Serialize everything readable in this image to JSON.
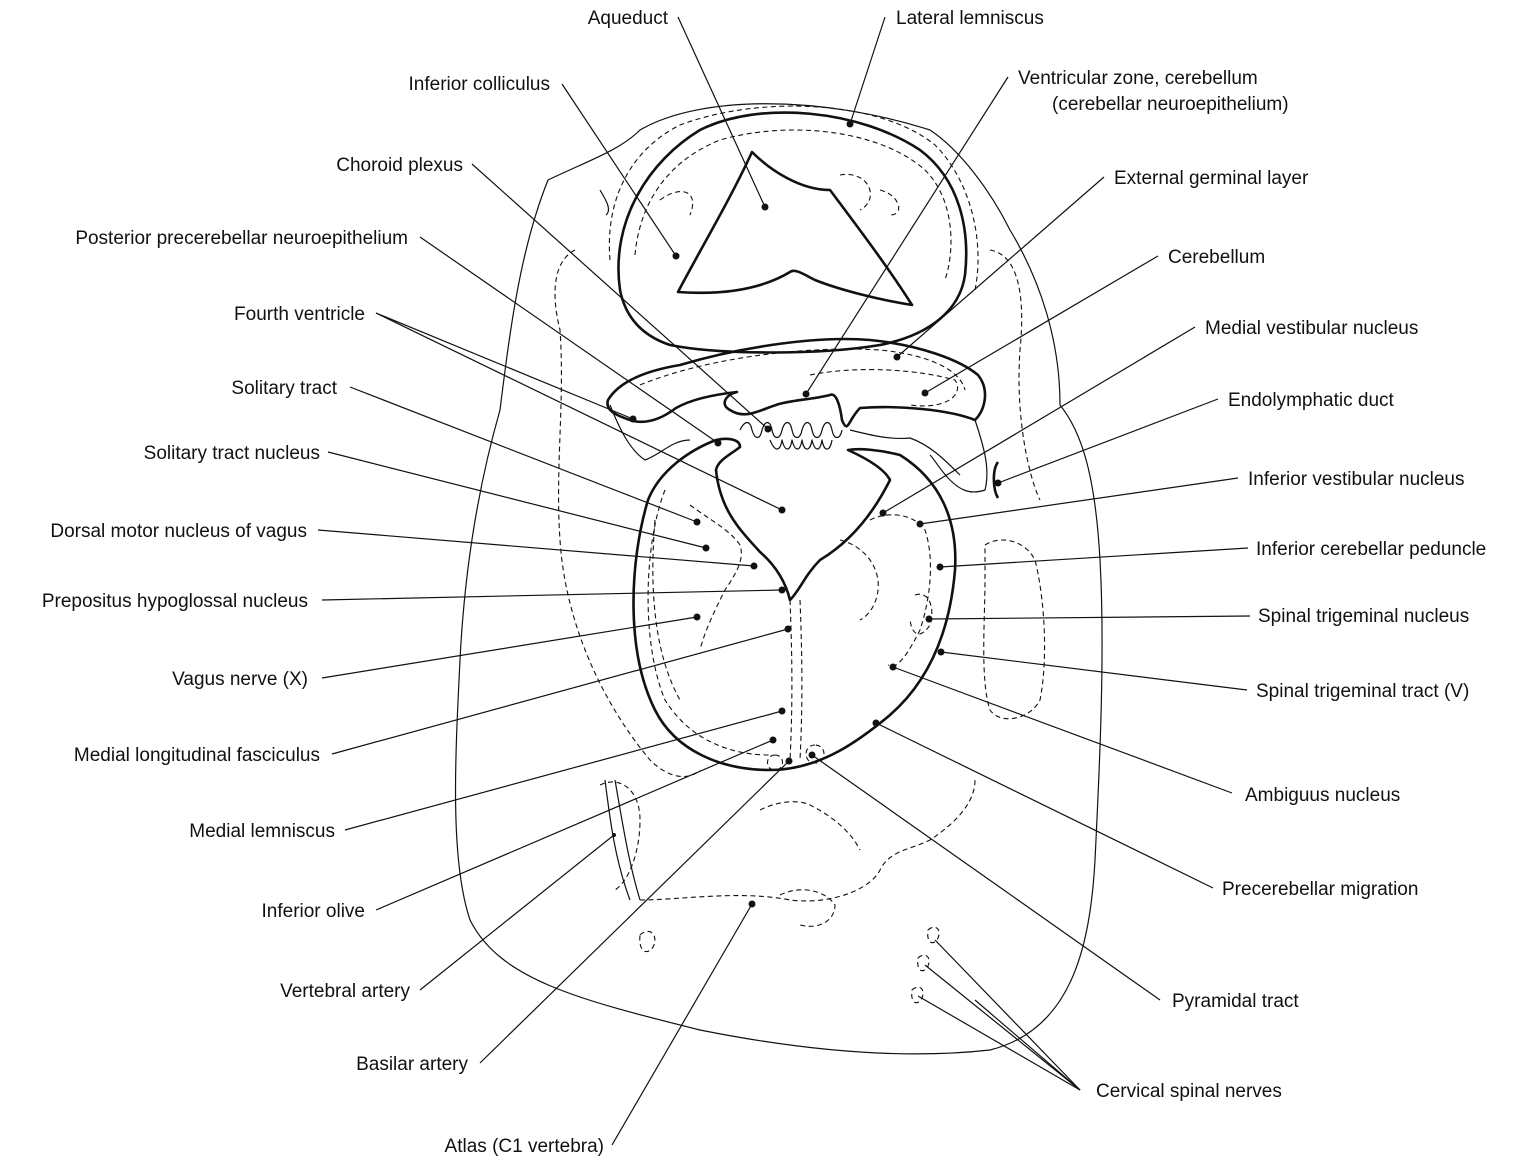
{
  "labels": {
    "aqueduct": "Aqueduct",
    "lateral_lemniscus": "Lateral lemniscus",
    "inferior_colliculus": "Inferior colliculus",
    "ventricular_zone_1": "Ventricular zone, cerebellum",
    "ventricular_zone_2": "(cerebellar neuroepithelium)",
    "choroid_plexus": "Choroid plexus",
    "external_germinal_layer": "External germinal layer",
    "posterior_precerebellar_neuroepithelium": "Posterior precerebellar neuroepithelium",
    "cerebellum": "Cerebellum",
    "fourth_ventricle": "Fourth ventricle",
    "medial_vestibular_nucleus": "Medial vestibular nucleus",
    "solitary_tract": "Solitary tract",
    "endolymphatic_duct": "Endolymphatic duct",
    "solitary_tract_nucleus": "Solitary tract nucleus",
    "inferior_vestibular_nucleus": "Inferior vestibular nucleus",
    "dorsal_motor_nucleus_of_vagus": "Dorsal motor nucleus of vagus",
    "inferior_cerebellar_peduncle": "Inferior cerebellar peduncle",
    "prepositus_hypoglossal_nucleus": "Prepositus hypoglossal nucleus",
    "spinal_trigeminal_nucleus": "Spinal trigeminal nucleus",
    "vagus_nerve": "Vagus nerve (X)",
    "spinal_trigeminal_tract": "Spinal trigeminal tract (V)",
    "medial_longitudinal_fasciculus": "Medial longitudinal fasciculus",
    "ambiguus_nucleus": "Ambiguus nucleus",
    "medial_lemniscus": "Medial lemniscus",
    "precerebellar_migration": "Precerebellar migration",
    "inferior_olive": "Inferior olive",
    "vertebral_artery": "Vertebral artery",
    "pyramidal_tract": "Pyramidal tract",
    "basilar_artery": "Basilar artery",
    "cervical_spinal_nerves": "Cervical spinal nerves",
    "atlas": "Atlas (C1 vertebra)"
  }
}
